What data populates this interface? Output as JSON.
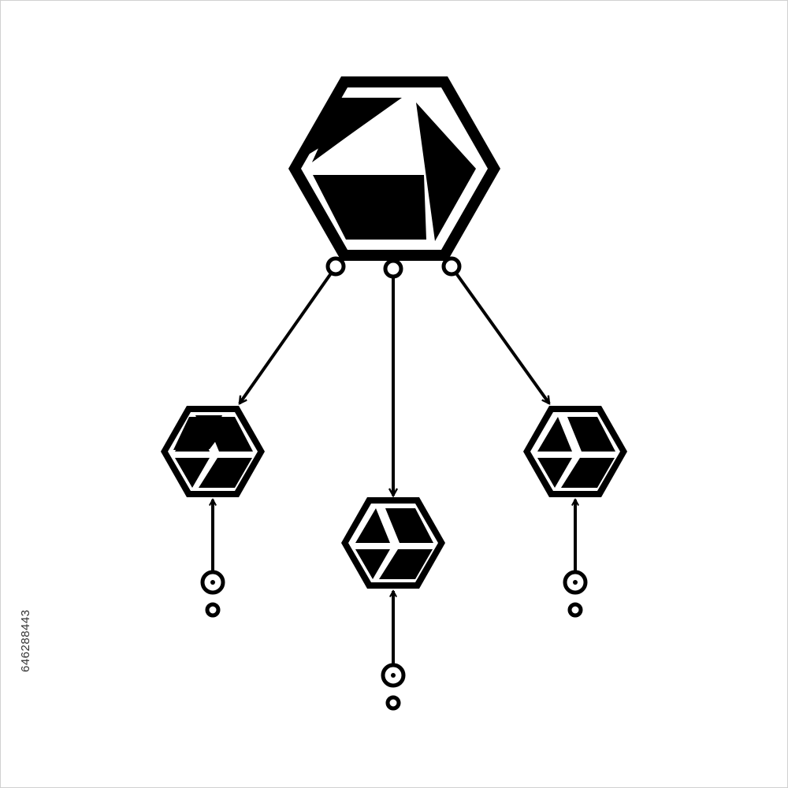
{
  "diagram": {
    "type": "hierarchy",
    "root": {
      "icon": "cube-icon",
      "role": "parent-node"
    },
    "children": [
      {
        "icon": "cube-icon",
        "position": "left"
      },
      {
        "icon": "cube-icon",
        "position": "center"
      },
      {
        "icon": "cube-icon",
        "position": "right"
      }
    ],
    "connectors": "arrows",
    "colors": {
      "stroke": "#000000",
      "background": "#ffffff"
    }
  },
  "stock_id": "646288443"
}
